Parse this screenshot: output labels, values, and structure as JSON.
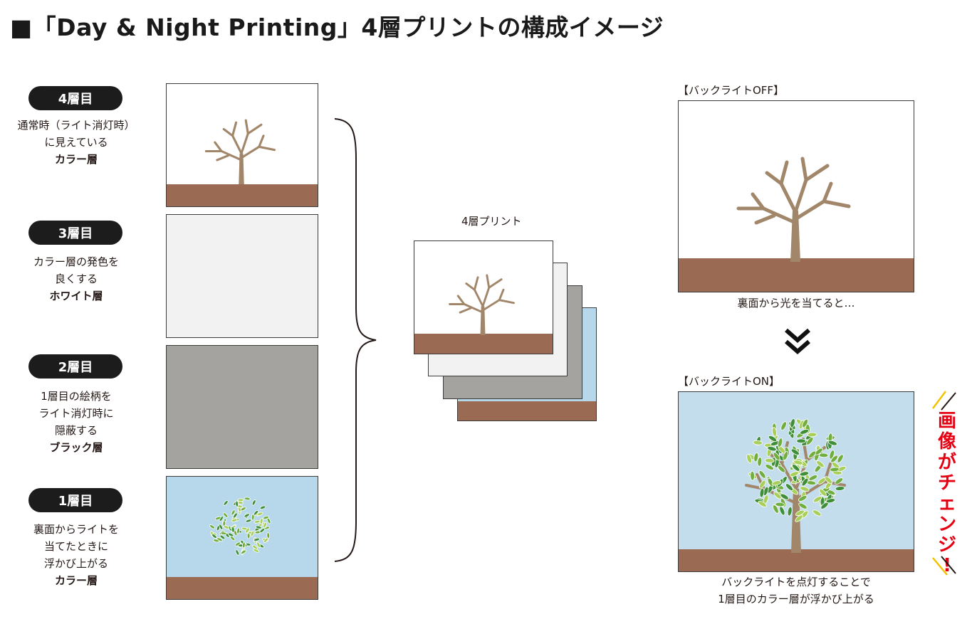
{
  "title": "■「Day & Night Printing」4層プリントの構成イメージ",
  "layers": [
    {
      "badge": "4層目",
      "lines": [
        "通常時（ライト消灯時）",
        "に見えている"
      ],
      "bold": "カラー層"
    },
    {
      "badge": "3層目",
      "lines": [
        "カラー層の発色を",
        "良くする"
      ],
      "bold": "ホワイト層"
    },
    {
      "badge": "2層目",
      "lines": [
        "1層目の絵柄を",
        "ライト消灯時に",
        "隠蔽する"
      ],
      "bold": "ブラック層"
    },
    {
      "badge": "1層目",
      "lines": [
        "裏面からライトを",
        "当てたときに",
        "浮かび上がる"
      ],
      "bold": "カラー層"
    }
  ],
  "stack_label": "4層プリント",
  "off": {
    "label": "【バックライトOFF】",
    "caption": "裏面から光を当てると…"
  },
  "on": {
    "label": "【バックライトON】",
    "caption": [
      "バックライトを点灯することで",
      "1層目のカラー層が浮かび上がる"
    ]
  },
  "callout": [
    "画",
    "像",
    "が",
    "チ",
    "ェ",
    "ン",
    "ジ",
    "!"
  ],
  "colors": {
    "ground": "#9a6a52",
    "trunk": "#a1866a",
    "sky": "#c3dded",
    "sky_layer": "#b7d8eb",
    "white_layer": "#f2f2f2",
    "black_layer": "#a5a3a0",
    "accent_red": "#e60012",
    "leaf_dark": "#3f8f3a",
    "leaf_mid": "#6fae3f",
    "leaf_light": "#a7cf5a"
  }
}
